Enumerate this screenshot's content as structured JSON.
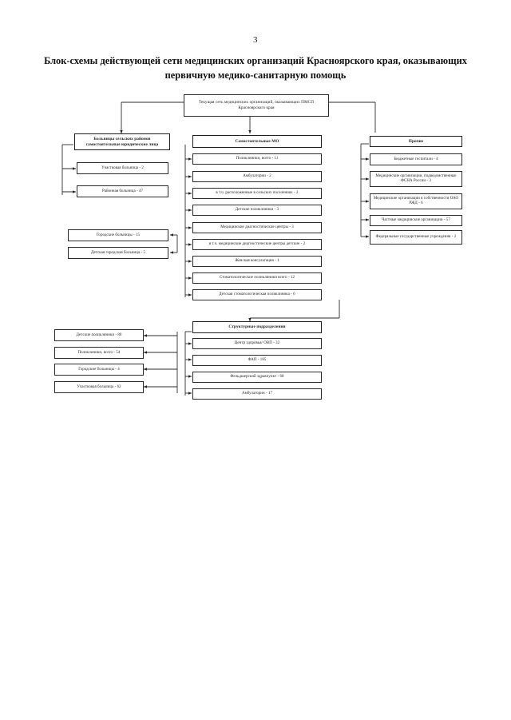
{
  "page": {
    "number": "3",
    "title": "Блок-схемы действующей сети медицинских организаций Красноярского края, оказывающих первичную медико-санитарную помощь"
  },
  "diagram": {
    "root": {
      "label": "Текущая сеть медицинских организаций, оказывающих ПМСП Красноярского края"
    },
    "columns": {
      "left": {
        "header": {
          "label": "Больницы сельских районов самостоятельные юридические лица"
        },
        "items": [
          {
            "label": "Участковая больница - 2"
          },
          {
            "label": "Районная больница - 47"
          }
        ]
      },
      "center": {
        "header": {
          "label": "Самостоятельные МО"
        },
        "items": [
          {
            "label": "Поликлиники, всего - 11"
          },
          {
            "label": "Амбулатории - 2"
          },
          {
            "label": "в т.ч. расположенные в сельских поселениях - 2"
          },
          {
            "label": "Детские поликлиники - 3"
          },
          {
            "label": "Медицинские диагностические центры - 3"
          },
          {
            "label": "в т.ч. медицинские диагностические центры детские - 2"
          },
          {
            "label": "Женская консультация - 1"
          },
          {
            "label": "Стоматологические поликлиники всего - 12"
          },
          {
            "label": "Детская стоматологическая поликлиника - 6"
          }
        ]
      },
      "right": {
        "header": {
          "label": "Прочие"
        },
        "items": [
          {
            "label": "Бюджетные госпитали - 4"
          },
          {
            "label": "Медицинские организации, подведомственные ФСНА России - 3"
          },
          {
            "label": "Медицинские организации в собственности ОАО РЖД - 6"
          },
          {
            "label": "Частные медицинские организации - 57"
          },
          {
            "label": "Федеральные государственные учреждения - 2"
          }
        ]
      }
    },
    "bottom": {
      "header": {
        "label": "Структурные подразделения"
      },
      "items": [
        {
          "label": "Центр здоровья/ ОВП - 32"
        },
        {
          "label": "ФАП - 185"
        },
        {
          "label": "Фельдшерский здравпункт - 68"
        },
        {
          "label": "Амбулатории - 17"
        }
      ],
      "left_items": [
        {
          "label": "Детские поликлиники - 80"
        },
        {
          "label": "Поликлиники, всего - 54"
        },
        {
          "label": "Городские больницы - 4"
        },
        {
          "label": "Участковая больница - 62"
        }
      ]
    },
    "side": {
      "left_lower": [
        {
          "label": "Городские больницы - 15"
        },
        {
          "label": "Детская городская больница - 5"
        }
      ]
    }
  }
}
